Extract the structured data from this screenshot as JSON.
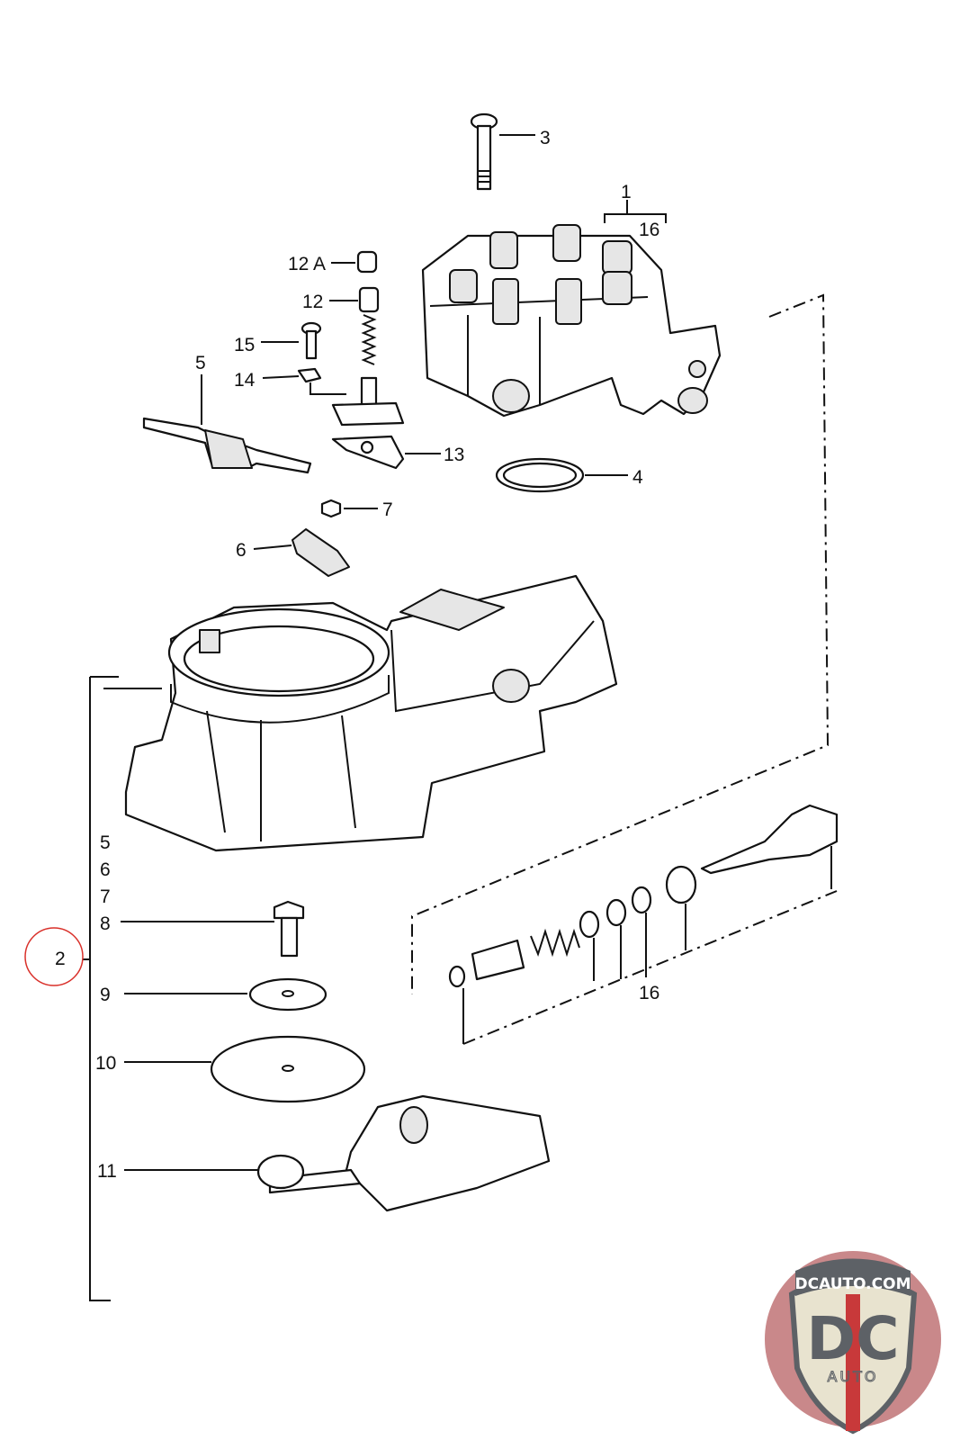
{
  "diagram": {
    "callouts": {
      "c3": "3",
      "c1": "1",
      "c16_top": "16",
      "c12a": "12 A",
      "c12": "12",
      "c15": "15",
      "c5_top": "5",
      "c14": "14",
      "c13": "13",
      "c4": "4",
      "c7": "7",
      "c6": "6",
      "col5": "5",
      "col6": "6",
      "col7": "7",
      "col8": "8",
      "c2": "2",
      "c9": "9",
      "c10": "10",
      "c11": "11",
      "c16_bottom": "16"
    },
    "highlight_color": "#d9302a"
  },
  "logo": {
    "top_text": "DCAUTO.COM",
    "main_text": "DC",
    "sub_text": "AUTO",
    "colors": {
      "badge": "#c9888a",
      "shield": "#e8e3cf",
      "letters": "#5d6166",
      "stripe": "#c8393a"
    }
  }
}
